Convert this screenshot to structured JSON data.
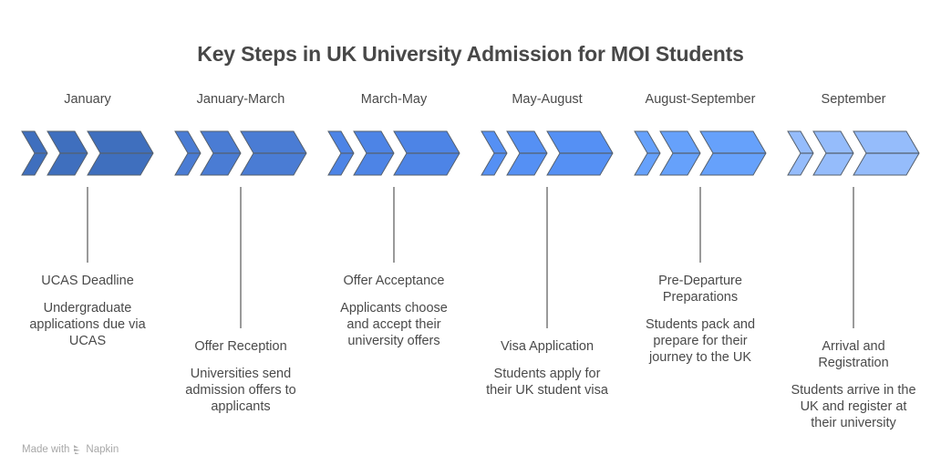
{
  "title": "Key Steps in UK University Admission for MOI Students",
  "steps": [
    {
      "period": "January",
      "heading": "UCAS Deadline",
      "description": "Undergraduate applications due via UCAS",
      "position": "top",
      "color": "#3f6fbe"
    },
    {
      "period": "January-March",
      "heading": "Offer Reception",
      "description": "Universities send admission offers to applicants",
      "position": "bottom",
      "color": "#4a7cd4"
    },
    {
      "period": "March-May",
      "heading": "Offer Acceptance",
      "description": "Applicants choose and accept their university offers",
      "position": "top",
      "color": "#4d84e6"
    },
    {
      "period": "May-August",
      "heading": "Visa Application",
      "description": "Students apply for their UK student visa",
      "position": "bottom",
      "color": "#5590f4"
    },
    {
      "period": "August-September",
      "heading": "Pre-Departure Preparations",
      "description": "Students pack and prepare for their journey to the UK",
      "position": "top",
      "color": "#66a1fb"
    },
    {
      "period": "September",
      "heading": "Arrival and Registration",
      "description": "Students arrive in the UK and register at their university",
      "position": "bottom",
      "color": "#95bcfb"
    }
  ],
  "footer": {
    "prefix": "Made with",
    "brand": "Napkin",
    "icon": "napkin-logo-icon"
  }
}
